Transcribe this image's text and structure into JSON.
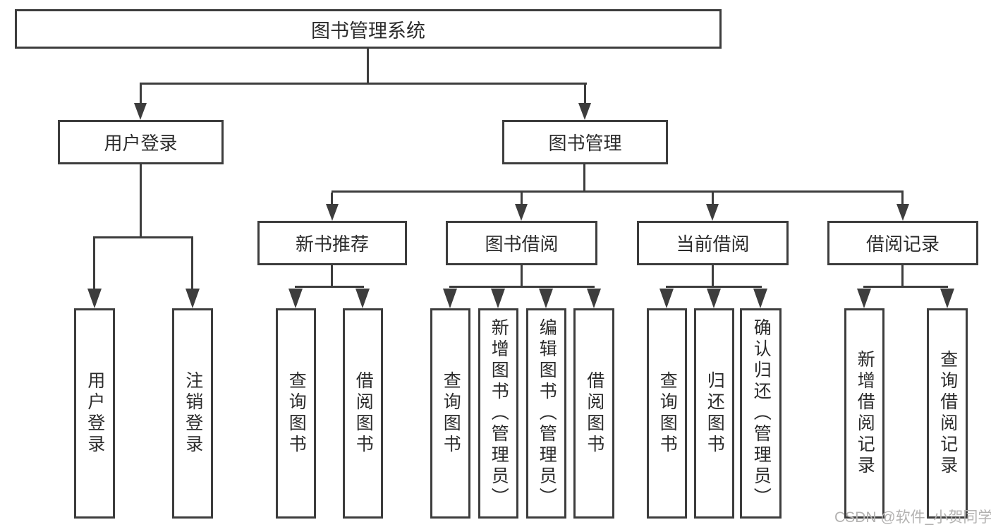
{
  "diagram_type": "hierarchy",
  "watermark": "CSDN @软件_小贺同学",
  "colors": {
    "line": "#3d3d3d",
    "box_border": "#3d3d3d",
    "text": "#2b2b2b",
    "watermark": "#b3b2b1",
    "background": "#ffffff"
  },
  "tree": {
    "label": "图书管理系统",
    "children": [
      {
        "label": "用户登录",
        "children": [
          {
            "label": "用户登录"
          },
          {
            "label": "注销登录"
          }
        ]
      },
      {
        "label": "图书管理",
        "children": [
          {
            "label": "新书推荐",
            "children": [
              {
                "label": "查询图书"
              },
              {
                "label": "借阅图书"
              }
            ]
          },
          {
            "label": "图书借阅",
            "children": [
              {
                "label": "查询图书"
              },
              {
                "label": "新增图书（管理员）"
              },
              {
                "label": "编辑图书（管理员）"
              },
              {
                "label": "借阅图书"
              }
            ]
          },
          {
            "label": "当前借阅",
            "children": [
              {
                "label": "查询图书"
              },
              {
                "label": "归还图书"
              },
              {
                "label": "确认归还（管理员）"
              }
            ]
          },
          {
            "label": "借阅记录",
            "children": [
              {
                "label": "新增借阅记录"
              },
              {
                "label": "查询借阅记录"
              }
            ]
          }
        ]
      }
    ]
  }
}
